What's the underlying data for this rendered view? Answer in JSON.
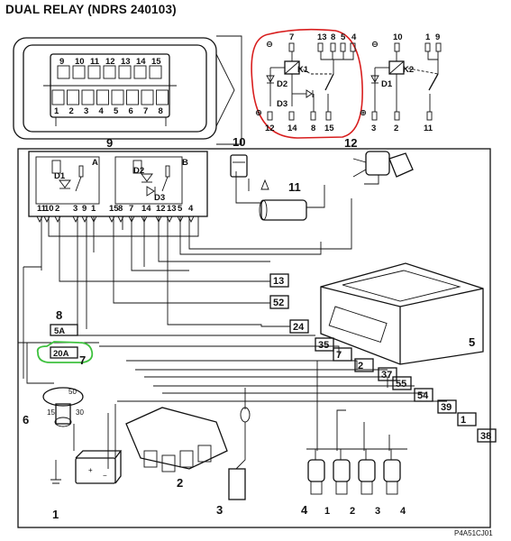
{
  "title": "DUAL RELAY (NDRS 240103)",
  "connector": {
    "pins_top": [
      "9",
      "10",
      "11",
      "12",
      "13",
      "14",
      "15"
    ],
    "pins_bottom": [
      "1",
      "2",
      "3",
      "4",
      "5",
      "6",
      "7",
      "8"
    ]
  },
  "relay_k1": {
    "name": "K1",
    "top_pins": [
      "7",
      "13",
      "8",
      "5",
      "4"
    ],
    "bottom_pins": [
      "12",
      "14",
      "8",
      "15"
    ],
    "diodes": [
      "D2",
      "D3"
    ]
  },
  "relay_k2": {
    "name": "K2",
    "top_pins": [
      "10",
      "1",
      "9"
    ],
    "bottom_pins": [
      "3",
      "2",
      "11"
    ],
    "diodes": [
      "D1"
    ]
  },
  "relay_box": {
    "label": "9",
    "section_a": "A",
    "section_b": "B",
    "diodes": [
      "D1",
      "D2",
      "D3"
    ],
    "pins": [
      "11",
      "10",
      "2",
      "3",
      "9",
      "1",
      "15",
      "8",
      "7",
      "14",
      "12",
      "13",
      "5",
      "4"
    ]
  },
  "fuses": [
    {
      "label": "8",
      "rating": "5A"
    },
    {
      "label": "7",
      "rating": "20A"
    }
  ],
  "ignition": {
    "label": "6",
    "terminals": [
      "50",
      "15",
      "30"
    ]
  },
  "wire_tags": [
    "13",
    "52",
    "24",
    "35",
    "7",
    "2",
    "37",
    "55",
    "54",
    "39",
    "1",
    "38"
  ],
  "components": {
    "battery": "1",
    "ignition_coil": "2",
    "lambda_sensor": "3",
    "injectors": "4",
    "ecu": "5",
    "fuel_pump": "11",
    "inertia_switch": "10",
    "canister_valve": "12"
  },
  "injector_pins": [
    "1",
    "2",
    "3",
    "4"
  ],
  "footer_code": "P4A51CJ01",
  "colors": {
    "line": "#111111",
    "highlight_red": "#d81e1e",
    "highlight_green": "#3ec13e"
  }
}
